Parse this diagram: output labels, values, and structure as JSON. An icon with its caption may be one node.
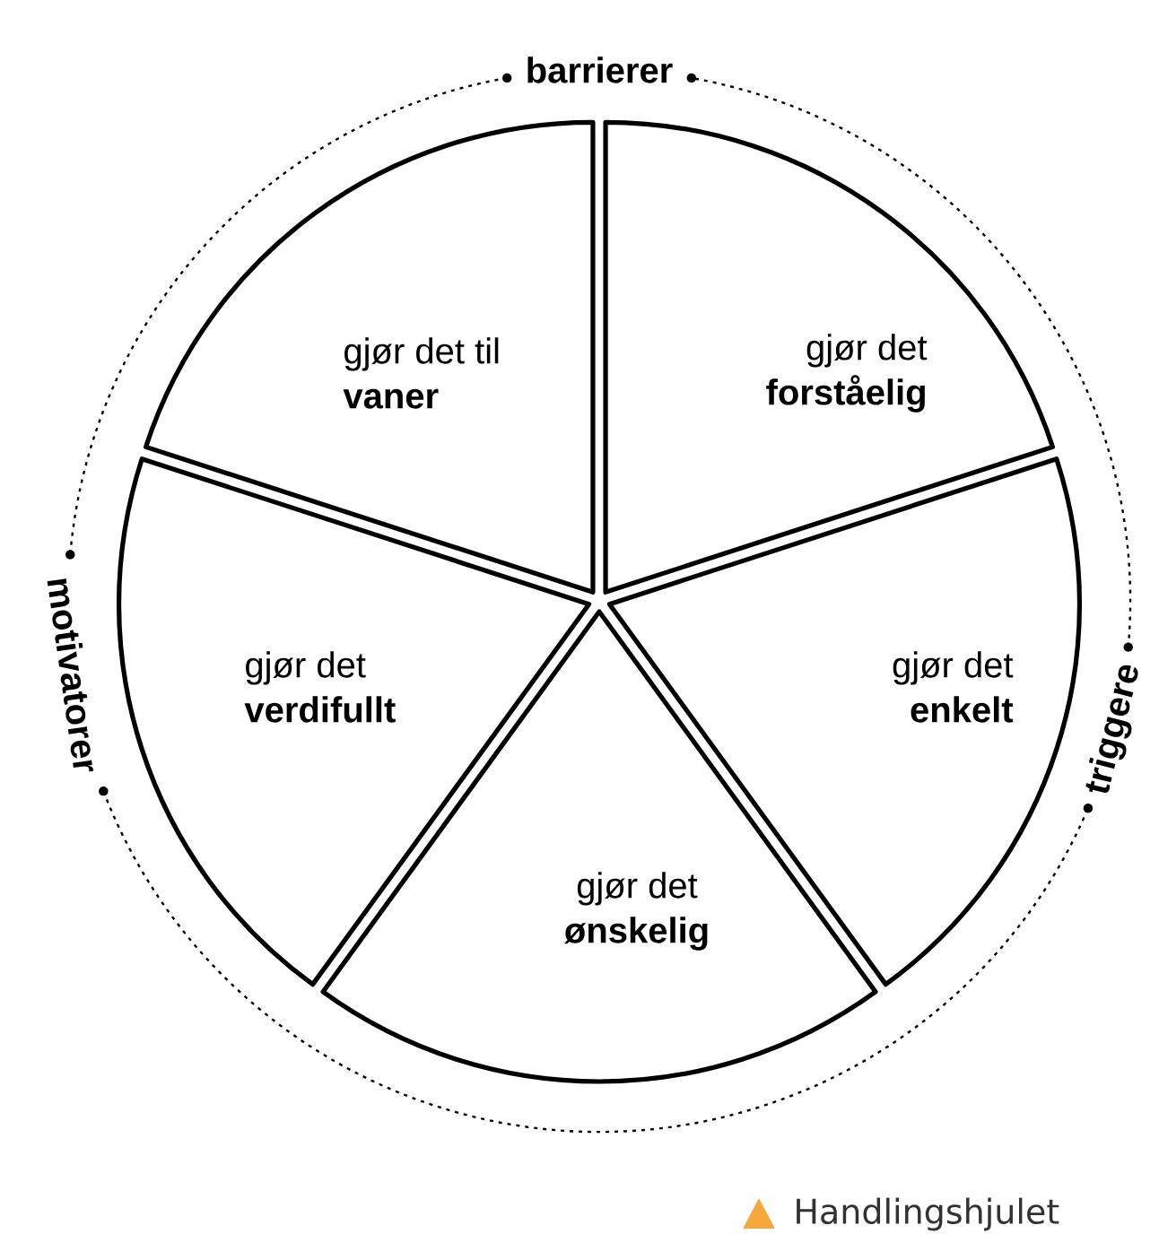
{
  "diagram": {
    "caption": "Handlingshjulet",
    "nodes": [
      {
        "text": [
          "gjør det til",
          "vaner"
        ]
      },
      {
        "text": [
          "gjør det",
          "forståelig"
        ]
      },
      {
        "text": [
          "gjør det",
          "verdifullt"
        ]
      },
      {
        "text": [
          "gjør det",
          "enkelt"
        ]
      },
      {
        "text": [
          "gjør det",
          "ønskelig"
        ]
      }
    ],
    "labels": [
      "barrierer",
      "motivatorer",
      "triggere"
    ]
  }
}
